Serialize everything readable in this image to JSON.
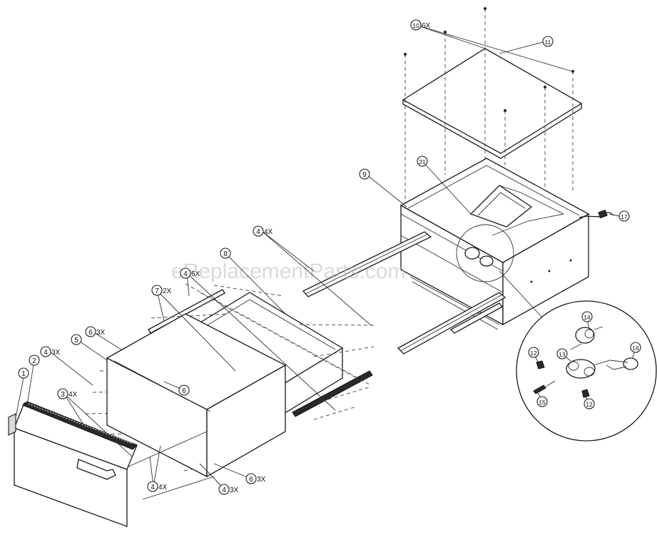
{
  "watermark": "eReplacementParts.com",
  "callouts": [
    {
      "id": "c1",
      "num": "1",
      "qty": ""
    },
    {
      "id": "c2",
      "num": "2",
      "qty": ""
    },
    {
      "id": "c3",
      "num": "3",
      "qty": "4X"
    },
    {
      "id": "c4a",
      "num": "4",
      "qty": "3X"
    },
    {
      "id": "c4b",
      "num": "4",
      "qty": "6X"
    },
    {
      "id": "c4c",
      "num": "4",
      "qty": "4X"
    },
    {
      "id": "c4d",
      "num": "4",
      "qty": "4X"
    },
    {
      "id": "c4e",
      "num": "4",
      "qty": "3X"
    },
    {
      "id": "c5",
      "num": "5",
      "qty": ""
    },
    {
      "id": "c6a",
      "num": "6",
      "qty": "3X"
    },
    {
      "id": "c6b",
      "num": "6",
      "qty": ""
    },
    {
      "id": "c6c",
      "num": "6",
      "qty": "3X"
    },
    {
      "id": "c7",
      "num": "7",
      "qty": "2X"
    },
    {
      "id": "c8",
      "num": "8",
      "qty": ""
    },
    {
      "id": "c9",
      "num": "9",
      "qty": ""
    },
    {
      "id": "c10",
      "num": "10",
      "qty": "6X"
    },
    {
      "id": "c11",
      "num": "11",
      "qty": ""
    },
    {
      "id": "c12a",
      "num": "12",
      "qty": ""
    },
    {
      "id": "c12b",
      "num": "12",
      "qty": ""
    },
    {
      "id": "c13",
      "num": "13",
      "qty": ""
    },
    {
      "id": "c14",
      "num": "14",
      "qty": ""
    },
    {
      "id": "c15",
      "num": "15",
      "qty": ""
    },
    {
      "id": "c16",
      "num": "16",
      "qty": ""
    },
    {
      "id": "c17",
      "num": "17",
      "qty": ""
    },
    {
      "id": "c21",
      "num": "21",
      "qty": ""
    }
  ]
}
